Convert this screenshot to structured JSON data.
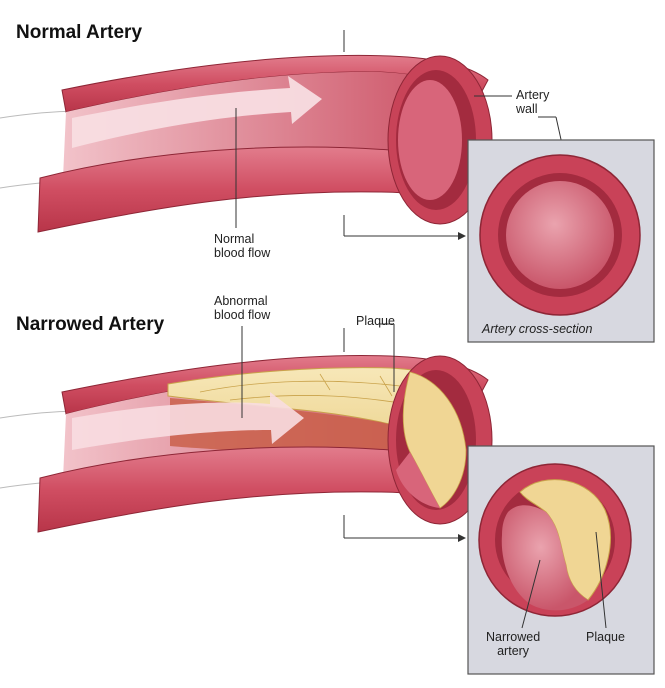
{
  "headings": {
    "normal": "Normal Artery",
    "narrowed": "Narrowed Artery"
  },
  "labels": {
    "normal_flow": [
      "Normal",
      "blood flow"
    ],
    "artery_wall": [
      "Artery",
      "wall"
    ],
    "cross_section": "Artery cross-section",
    "abnormal_flow": [
      "Abnormal",
      "blood flow"
    ],
    "plaque_top": "Plaque",
    "narrowed_artery": [
      "Narrowed",
      "artery"
    ],
    "plaque_bottom": "Plaque"
  },
  "colors": {
    "artery_wall": "#d4566a",
    "artery_dark": "#b23447",
    "lumen": "#e8909c",
    "flow_arrow": "#f6d8dc",
    "plaque": "#f2dda0",
    "plaque_edge": "#c9a24a",
    "panel_bg": "#d7d8e0",
    "panel_border": "#555555"
  }
}
